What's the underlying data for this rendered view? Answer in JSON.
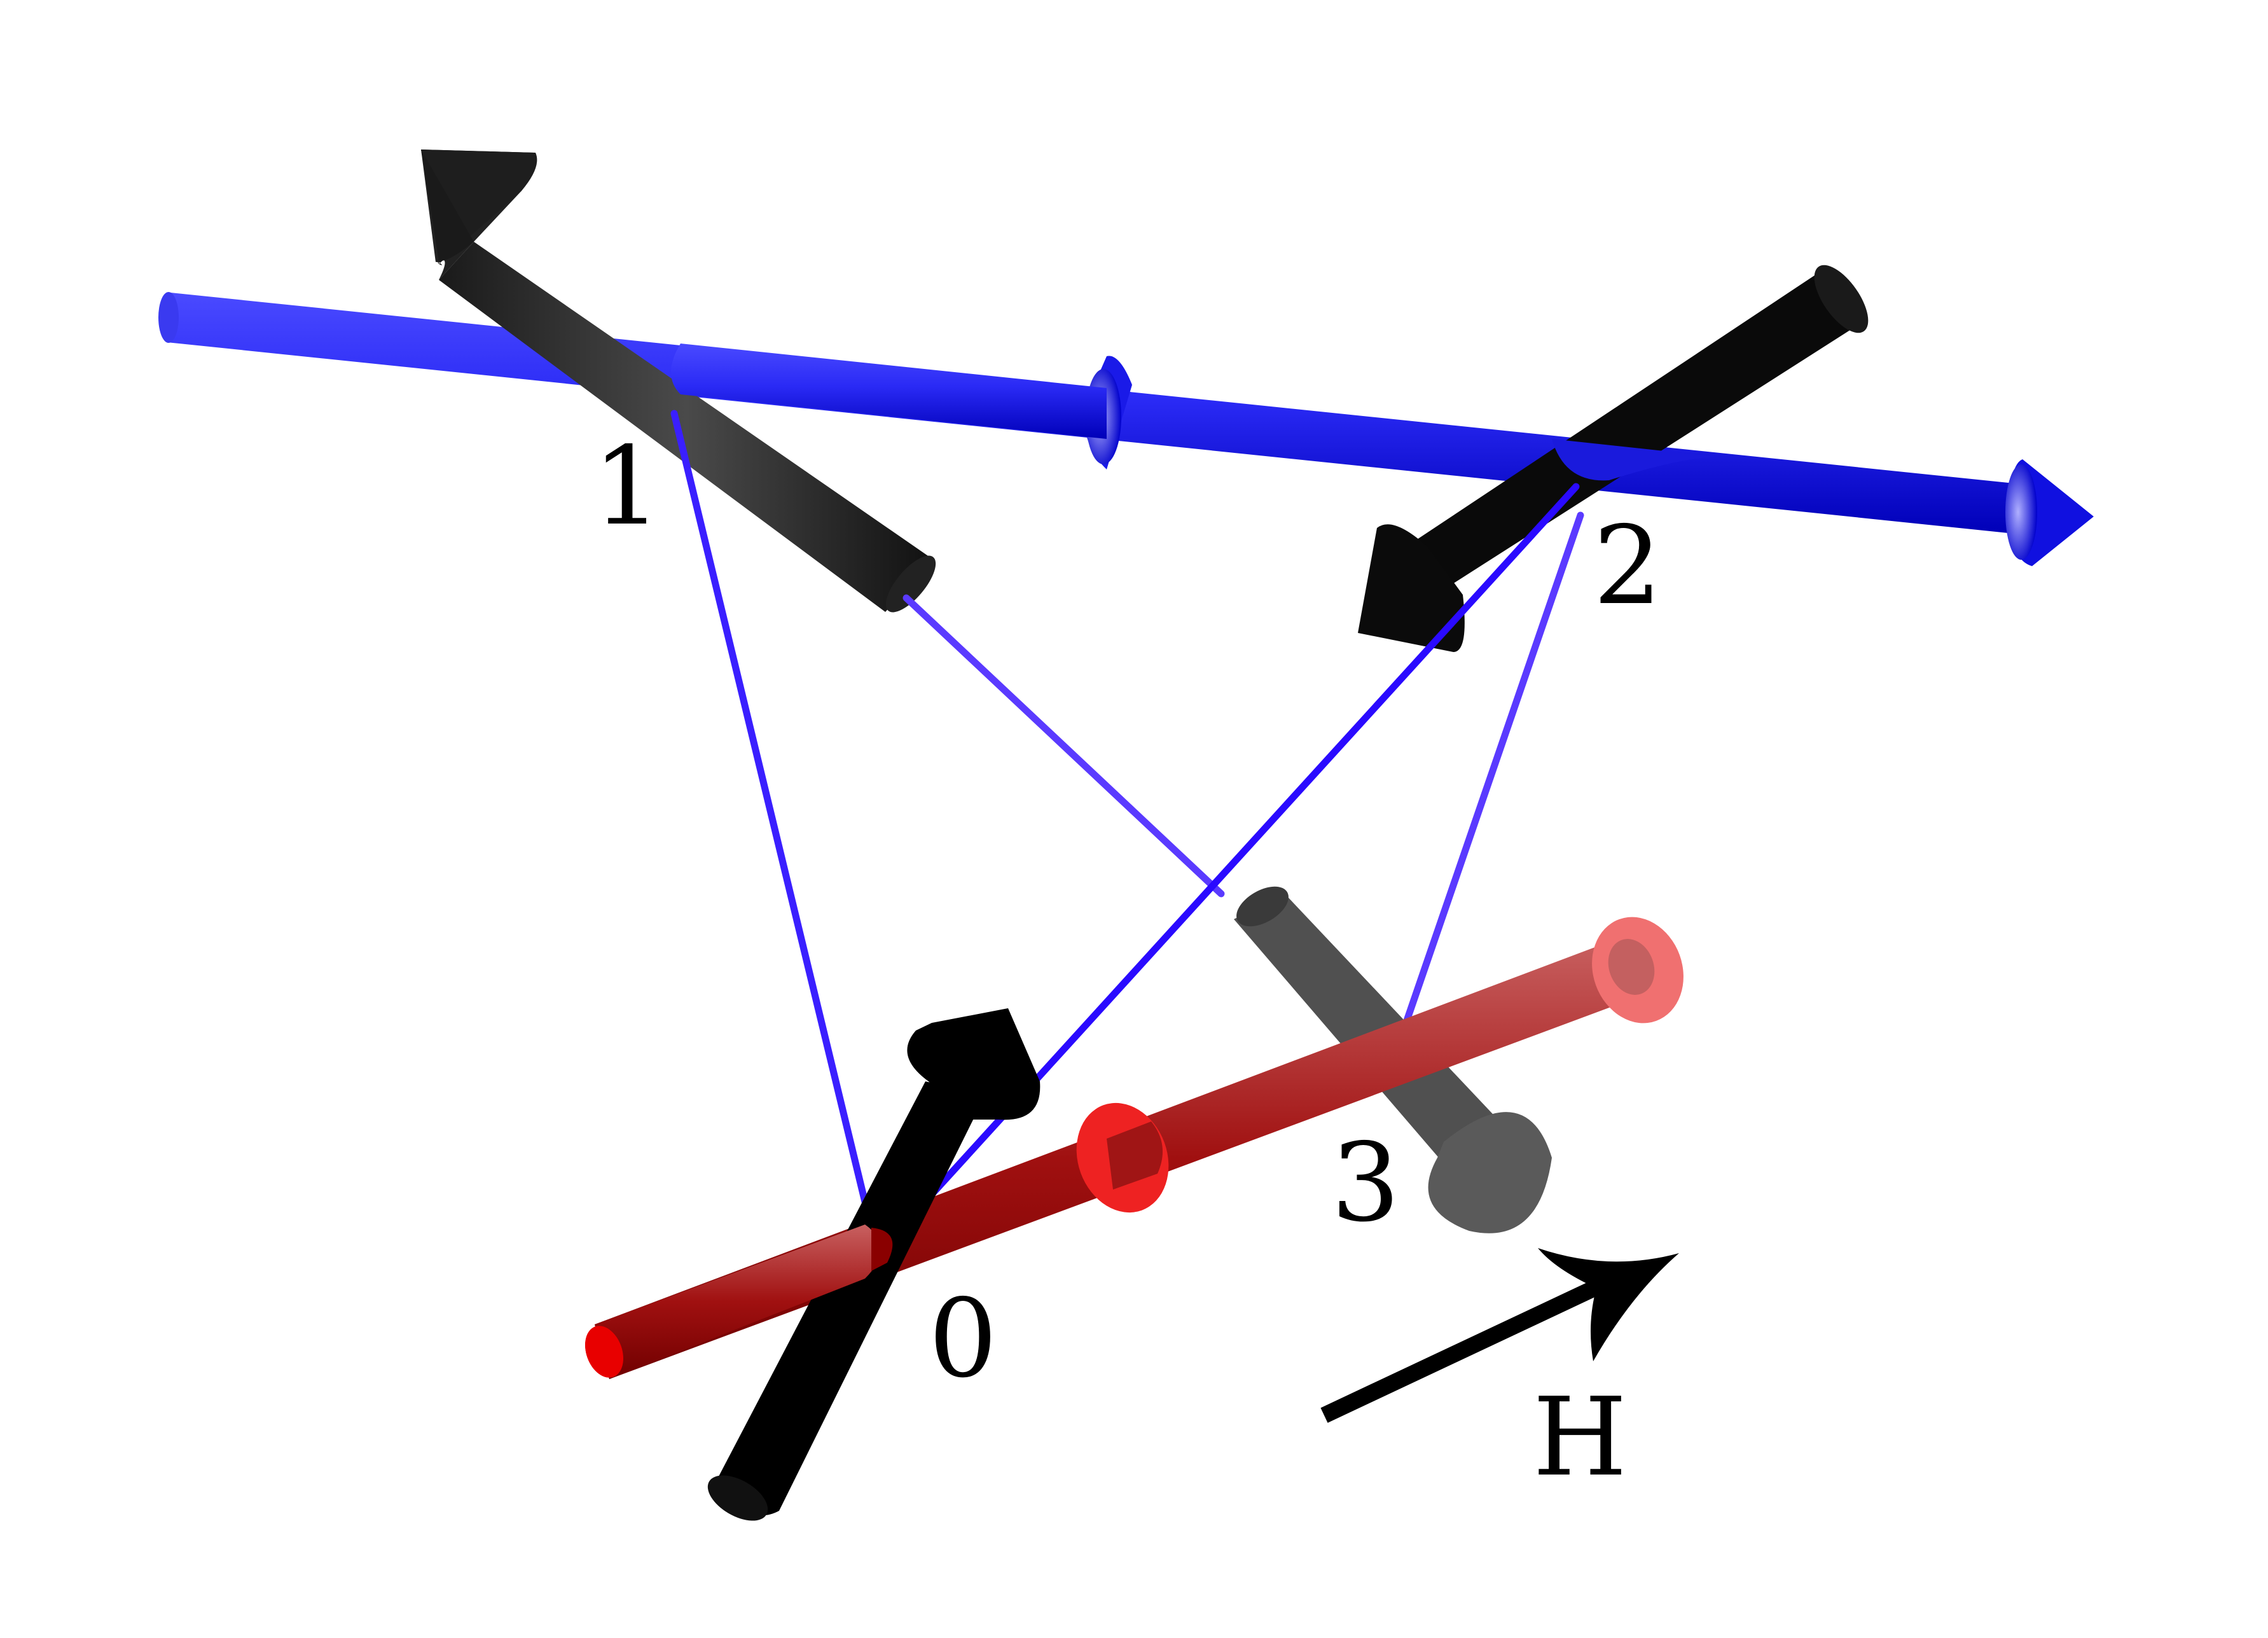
{
  "diagram": {
    "site_labels": {
      "site_0": "0",
      "site_1": "1",
      "site_2": "2",
      "site_3": "3"
    },
    "field_label": "H",
    "colors": {
      "blue_chain": "#1a1aff",
      "red_chain": "#b00000",
      "red_chain_disc": "#ee2222",
      "bond_lines": "#3a10ff",
      "spin_dark": "#111111",
      "spin_grey": "#555555",
      "field_arrow": "#000000"
    },
    "icons": {
      "spin_0": "black-arrow-icon",
      "spin_1": "black-arrow-icon",
      "spin_2": "black-arrow-icon",
      "spin_3": "grey-arrow-icon",
      "field": "arrow-icon"
    }
  }
}
